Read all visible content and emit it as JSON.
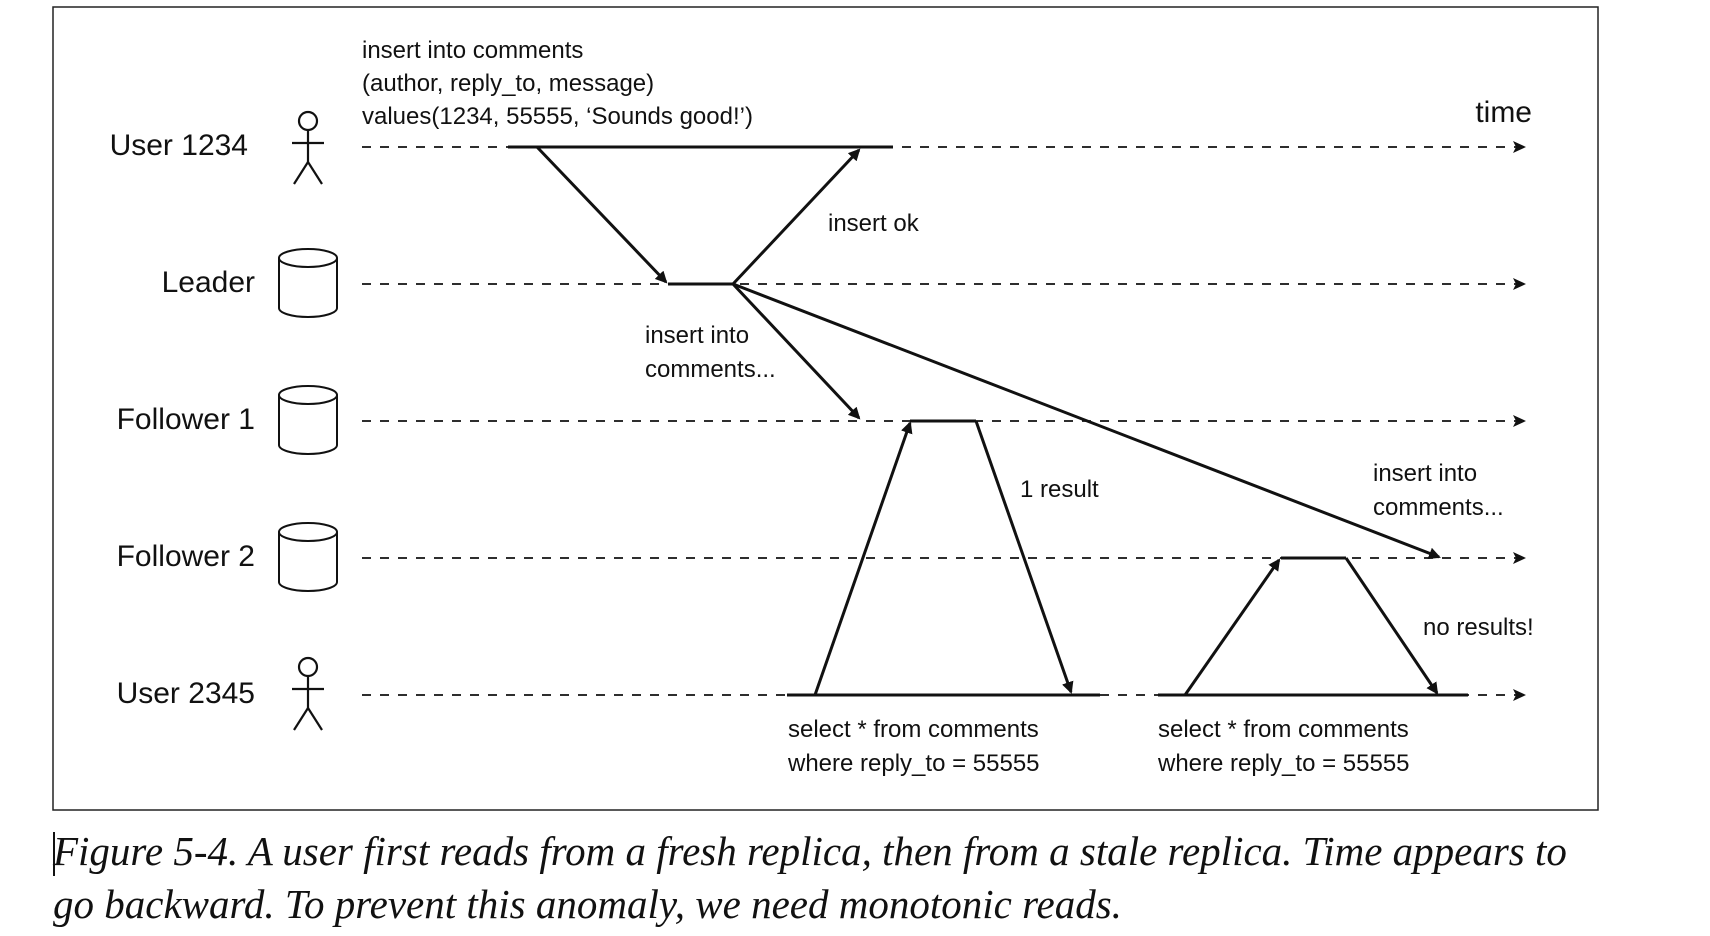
{
  "actors": [
    {
      "name": "User 1234",
      "icon": "person-icon"
    },
    {
      "name": "Leader",
      "icon": "database-icon"
    },
    {
      "name": "Follower 1",
      "icon": "database-icon"
    },
    {
      "name": "Follower 2",
      "icon": "database-icon"
    },
    {
      "name": "User 2345",
      "icon": "person-icon"
    }
  ],
  "time_label": "time",
  "annotations": {
    "write_query": [
      "insert into comments",
      "(author, reply_to, message)",
      "values(1234, 55555, ‘Sounds good!’)"
    ],
    "insert_ok": "insert ok",
    "replicate_follower1": [
      "insert into",
      "comments..."
    ],
    "one_result": "1 result",
    "replicate_follower2": [
      "insert into",
      "comments..."
    ],
    "no_results": "no results!",
    "read_query_1": [
      "select * from comments",
      "where reply_to = 55555"
    ],
    "read_query_2": [
      "select * from comments",
      "where reply_to = 55555"
    ]
  },
  "caption": "Figure 5-4. A user first reads from a fresh replica, then from a stale replica. Time appears to go backward. To prevent this anomaly, we need monotonic reads.",
  "colors": {
    "ink": "#111111",
    "background": "#ffffff"
  }
}
